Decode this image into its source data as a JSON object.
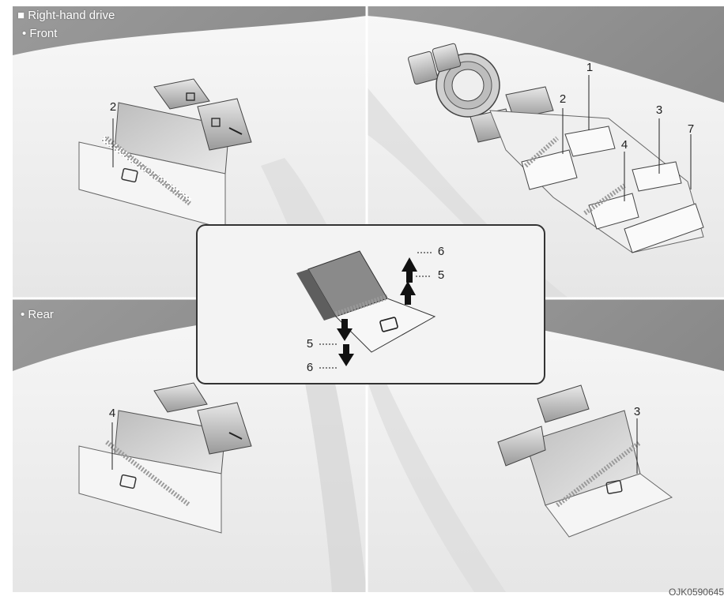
{
  "header": {
    "title": "Right-hand drive",
    "front_label": "• Front",
    "rear_label": "• Rear"
  },
  "callouts": {
    "top_left": [
      "2"
    ],
    "top_right": [
      "1",
      "2",
      "3",
      "4",
      "7"
    ],
    "bottom_left": [
      "4"
    ],
    "bottom_right": [
      "3"
    ],
    "inset": [
      "6",
      "5",
      "5",
      "6"
    ]
  },
  "figure_code": "OJK0590645",
  "colors": {
    "panel_gray": "#8e8e8e",
    "switch_white": "#f4f4f4",
    "line_dark": "#222222"
  }
}
